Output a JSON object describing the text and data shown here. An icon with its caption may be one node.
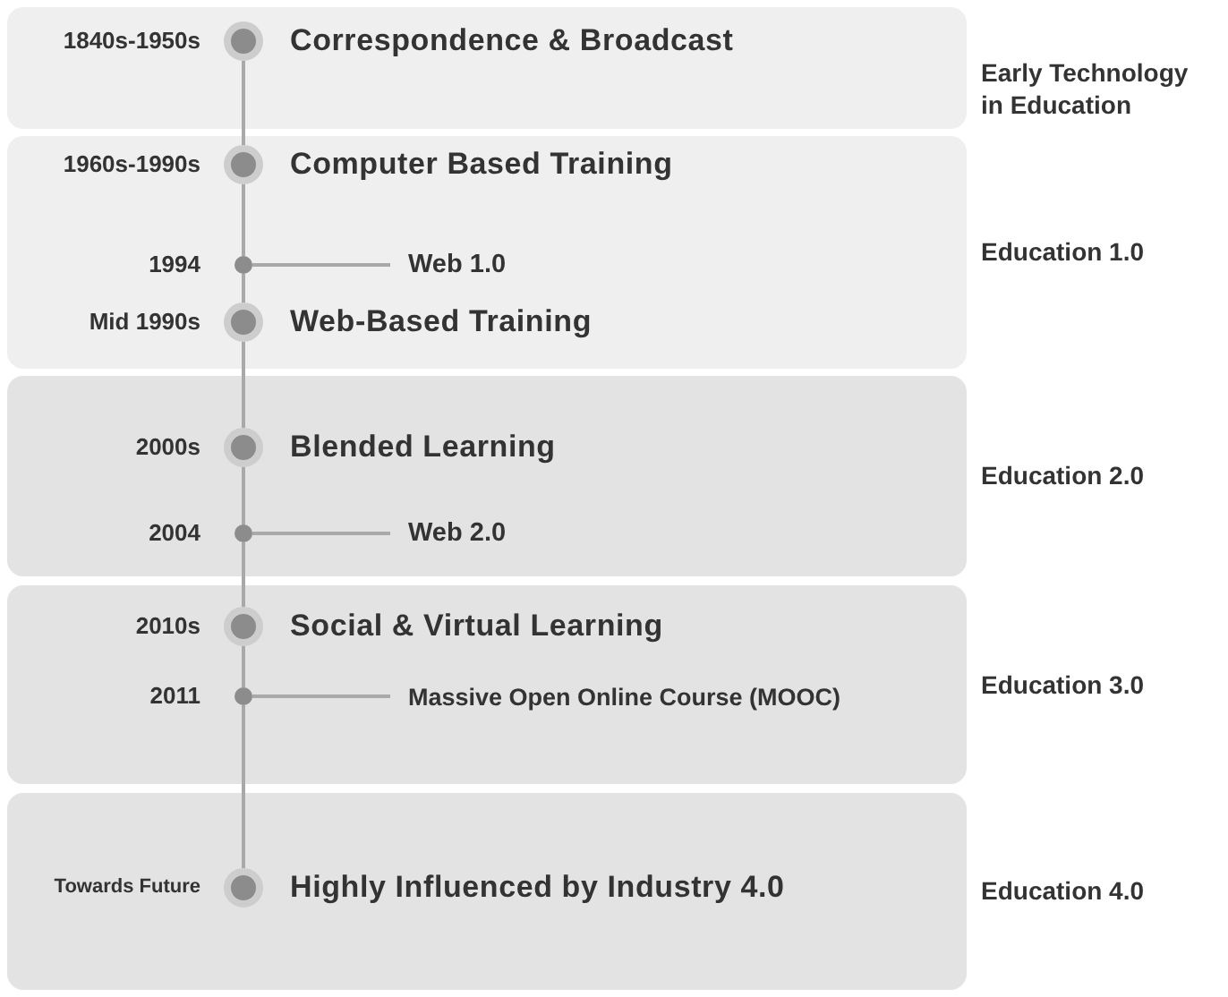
{
  "diagram": {
    "nodes": [
      {
        "text": [],
        "shape": "box",
        "beside": [
          "Early Technology in Education"
        ]
      },
      {
        "text": [],
        "shape": "box",
        "beside": [
          "Education 1.0"
        ]
      },
      {
        "text": [],
        "shape": "box",
        "beside": [
          "Education 2.0"
        ]
      },
      {
        "text": [],
        "shape": "box",
        "beside": [
          "Education 3.0"
        ]
      },
      {
        "text": [],
        "shape": "box",
        "beside": [
          "Education 4.0"
        ]
      },
      {
        "text": [
          "Correspondence & Broadcast"
        ],
        "in": 0,
        "beside": [
          "1840s-1950s"
        ]
      },
      {
        "text": [
          "Computer Based Training"
        ],
        "in": 1,
        "beside": [
          "1960s-1990s"
        ]
      },
      {
        "text": [],
        "shape": "circle",
        "in": 1,
        "beside": [
          "1994"
        ]
      },
      {
        "text": [
          "Web 1.0"
        ],
        "in": 1
      },
      {
        "text": [
          "Web-Based Training"
        ],
        "in": 1,
        "beside": [
          "Mid 1990s"
        ]
      },
      {
        "text": [
          "Blended Learning"
        ],
        "in": 2,
        "beside": [
          "2000s"
        ]
      },
      {
        "text": [],
        "shape": "circle",
        "in": 2,
        "beside": [
          "2004"
        ]
      },
      {
        "text": [
          "Web 2.0"
        ],
        "in": 2
      },
      {
        "text": [
          "Social & Virtual Learning"
        ],
        "in": 3,
        "beside": [
          "2010s"
        ]
      },
      {
        "text": [],
        "shape": "circle",
        "in": 3,
        "beside": [
          "2011"
        ]
      },
      {
        "text": [
          "Massive Open Online Course (MOOC)"
        ],
        "in": 3
      },
      {
        "text": [
          "Highly Influenced by Industry 4.0"
        ],
        "in": 4,
        "beside": [
          "Towards Future"
        ]
      }
    ],
    "edges": [
      {
        "from": 5,
        "to": 6,
        "arrow": "none"
      },
      {
        "from": 6,
        "to": 7,
        "arrow": "none"
      },
      {
        "from": 7,
        "to": 8,
        "arrow": "none"
      },
      {
        "from": 7,
        "to": 9,
        "arrow": "none"
      },
      {
        "from": 9,
        "to": 10,
        "arrow": "none"
      },
      {
        "from": 10,
        "to": 11,
        "arrow": "none"
      },
      {
        "from": 11,
        "to": 12,
        "arrow": "none"
      },
      {
        "from": 11,
        "to": 13,
        "arrow": "none"
      },
      {
        "from": 13,
        "to": 14,
        "arrow": "none"
      },
      {
        "from": 14,
        "to": 15,
        "arrow": "none"
      },
      {
        "from": 14,
        "to": 16,
        "arrow": "none"
      }
    ]
  }
}
